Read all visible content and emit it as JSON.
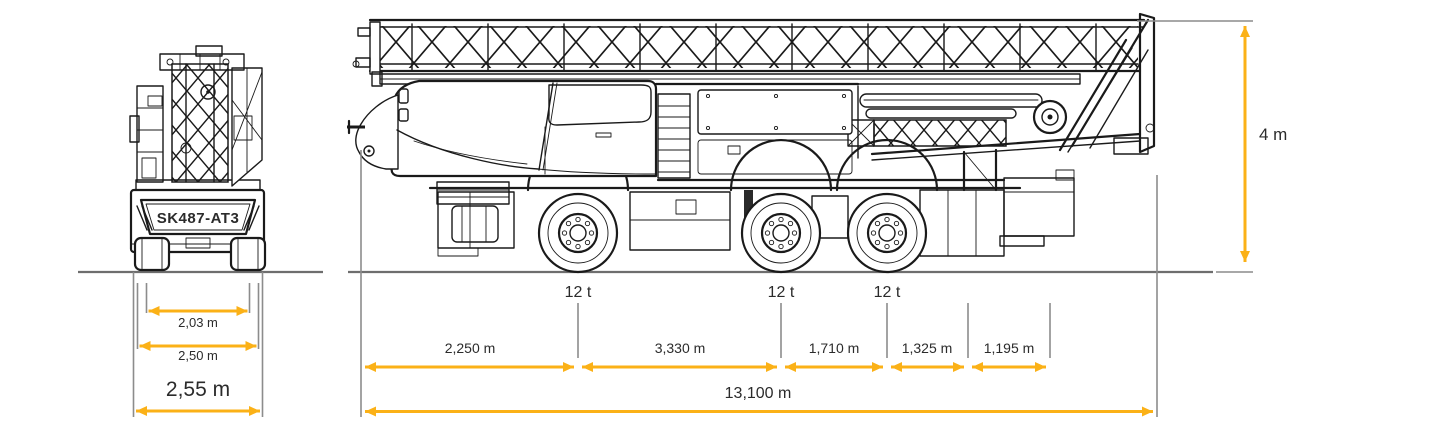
{
  "drawing": {
    "model_label": "SK487-AT3",
    "front_view": {
      "track_width": "2,03 m",
      "body_width": "2,50 m",
      "overall_width": "2,55 m"
    },
    "side_view": {
      "axle_loads": [
        "12 t",
        "12 t",
        "12 t"
      ],
      "segments": [
        "2,250 m",
        "3,330 m",
        "1,710 m",
        "1,325 m",
        "1,195 m"
      ],
      "overall_length": "13,100 m",
      "overall_height": "4 m"
    },
    "colors": {
      "dimension_accent": "#FBB117",
      "extension_line": "#8C8C8C",
      "ground_line": "#6E6E6E",
      "drawing_line": "#1A1A1A",
      "text": "#2B2B2B",
      "background": "#FFFFFF"
    }
  }
}
